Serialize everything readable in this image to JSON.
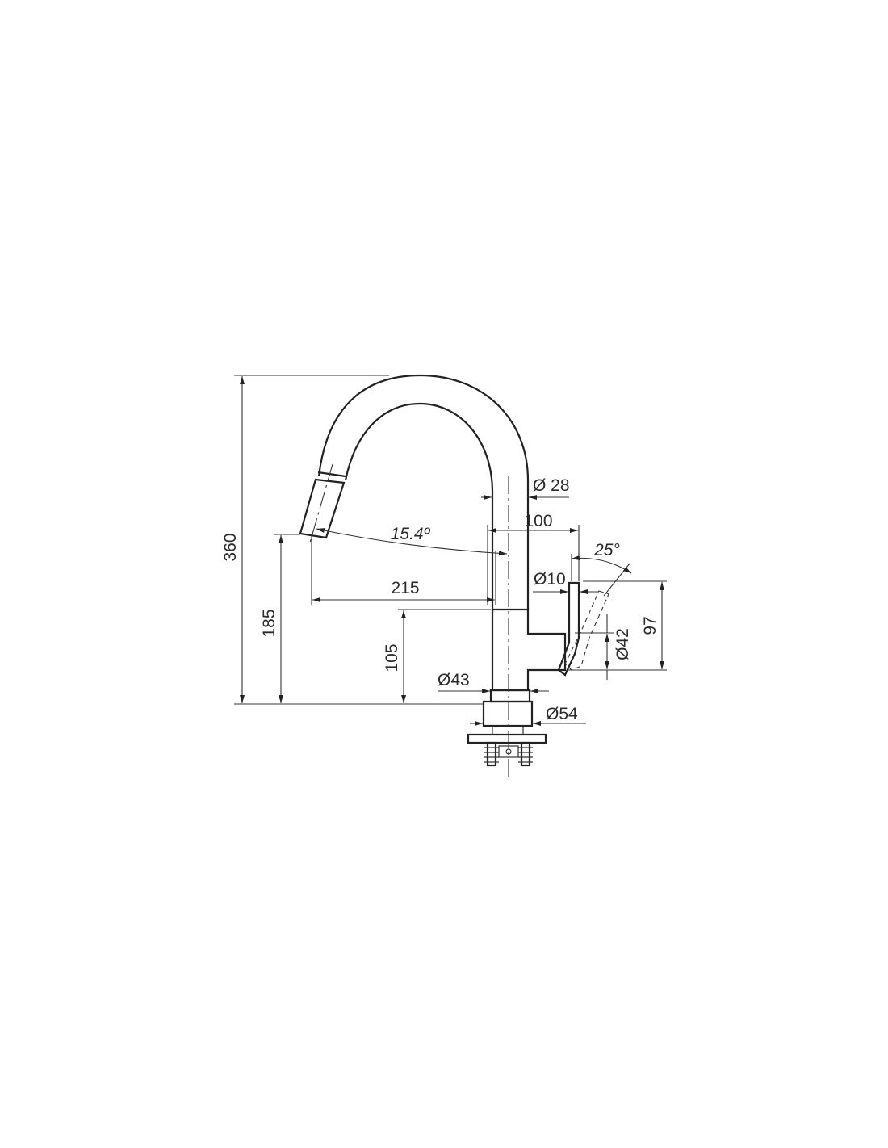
{
  "diagram": {
    "subject": "kitchen faucet with pull-out spray, side elevation",
    "line_color": "#333333",
    "dimensions": {
      "total_height": "360",
      "spout_outlet_height": "185",
      "body_height": "105",
      "reach": "215",
      "lever_offset": "100",
      "lever_height": "97",
      "spout_diameter": "Ø 28",
      "lever_diameter": "Ø10",
      "lever_hub_diameter": "Ø42",
      "body_diameter": "Ø43",
      "base_diameter": "Ø54",
      "spray_angle": "15.4º",
      "lever_angle": "25°"
    }
  }
}
